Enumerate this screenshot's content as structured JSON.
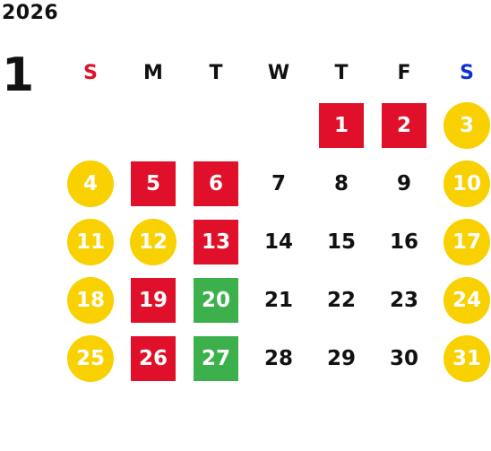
{
  "calendar": {
    "year": "2026",
    "month": "1",
    "weekdays": [
      {
        "label": "S",
        "color": "#e0102a"
      },
      {
        "label": "M",
        "color": "#111111"
      },
      {
        "label": "T",
        "color": "#111111"
      },
      {
        "label": "W",
        "color": "#111111"
      },
      {
        "label": "T",
        "color": "#111111"
      },
      {
        "label": "F",
        "color": "#111111"
      },
      {
        "label": "S",
        "color": "#1030d0"
      }
    ],
    "weeks": [
      [
        null,
        null,
        null,
        null,
        {
          "day": "1",
          "mark": "red"
        },
        {
          "day": "2",
          "mark": "red"
        },
        {
          "day": "3",
          "mark": "yellow"
        }
      ],
      [
        {
          "day": "4",
          "mark": "yellow"
        },
        {
          "day": "5",
          "mark": "red"
        },
        {
          "day": "6",
          "mark": "red"
        },
        {
          "day": "7",
          "mark": "none"
        },
        {
          "day": "8",
          "mark": "none"
        },
        {
          "day": "9",
          "mark": "none"
        },
        {
          "day": "10",
          "mark": "yellow"
        }
      ],
      [
        {
          "day": "11",
          "mark": "yellow"
        },
        {
          "day": "12",
          "mark": "yellow"
        },
        {
          "day": "13",
          "mark": "red"
        },
        {
          "day": "14",
          "mark": "none"
        },
        {
          "day": "15",
          "mark": "none"
        },
        {
          "day": "16",
          "mark": "none"
        },
        {
          "day": "17",
          "mark": "yellow"
        }
      ],
      [
        {
          "day": "18",
          "mark": "yellow"
        },
        {
          "day": "19",
          "mark": "red"
        },
        {
          "day": "20",
          "mark": "green"
        },
        {
          "day": "21",
          "mark": "none"
        },
        {
          "day": "22",
          "mark": "none"
        },
        {
          "day": "23",
          "mark": "none"
        },
        {
          "day": "24",
          "mark": "yellow"
        }
      ],
      [
        {
          "day": "25",
          "mark": "yellow"
        },
        {
          "day": "26",
          "mark": "red"
        },
        {
          "day": "27",
          "mark": "green"
        },
        {
          "day": "28",
          "mark": "none"
        },
        {
          "day": "29",
          "mark": "none"
        },
        {
          "day": "30",
          "mark": "none"
        },
        {
          "day": "31",
          "mark": "yellow"
        }
      ]
    ]
  },
  "colors": {
    "red": "#e0102a",
    "green": "#3cb04a",
    "yellow": "#f9d000",
    "sunday": "#e0102a",
    "saturday": "#1030d0"
  }
}
